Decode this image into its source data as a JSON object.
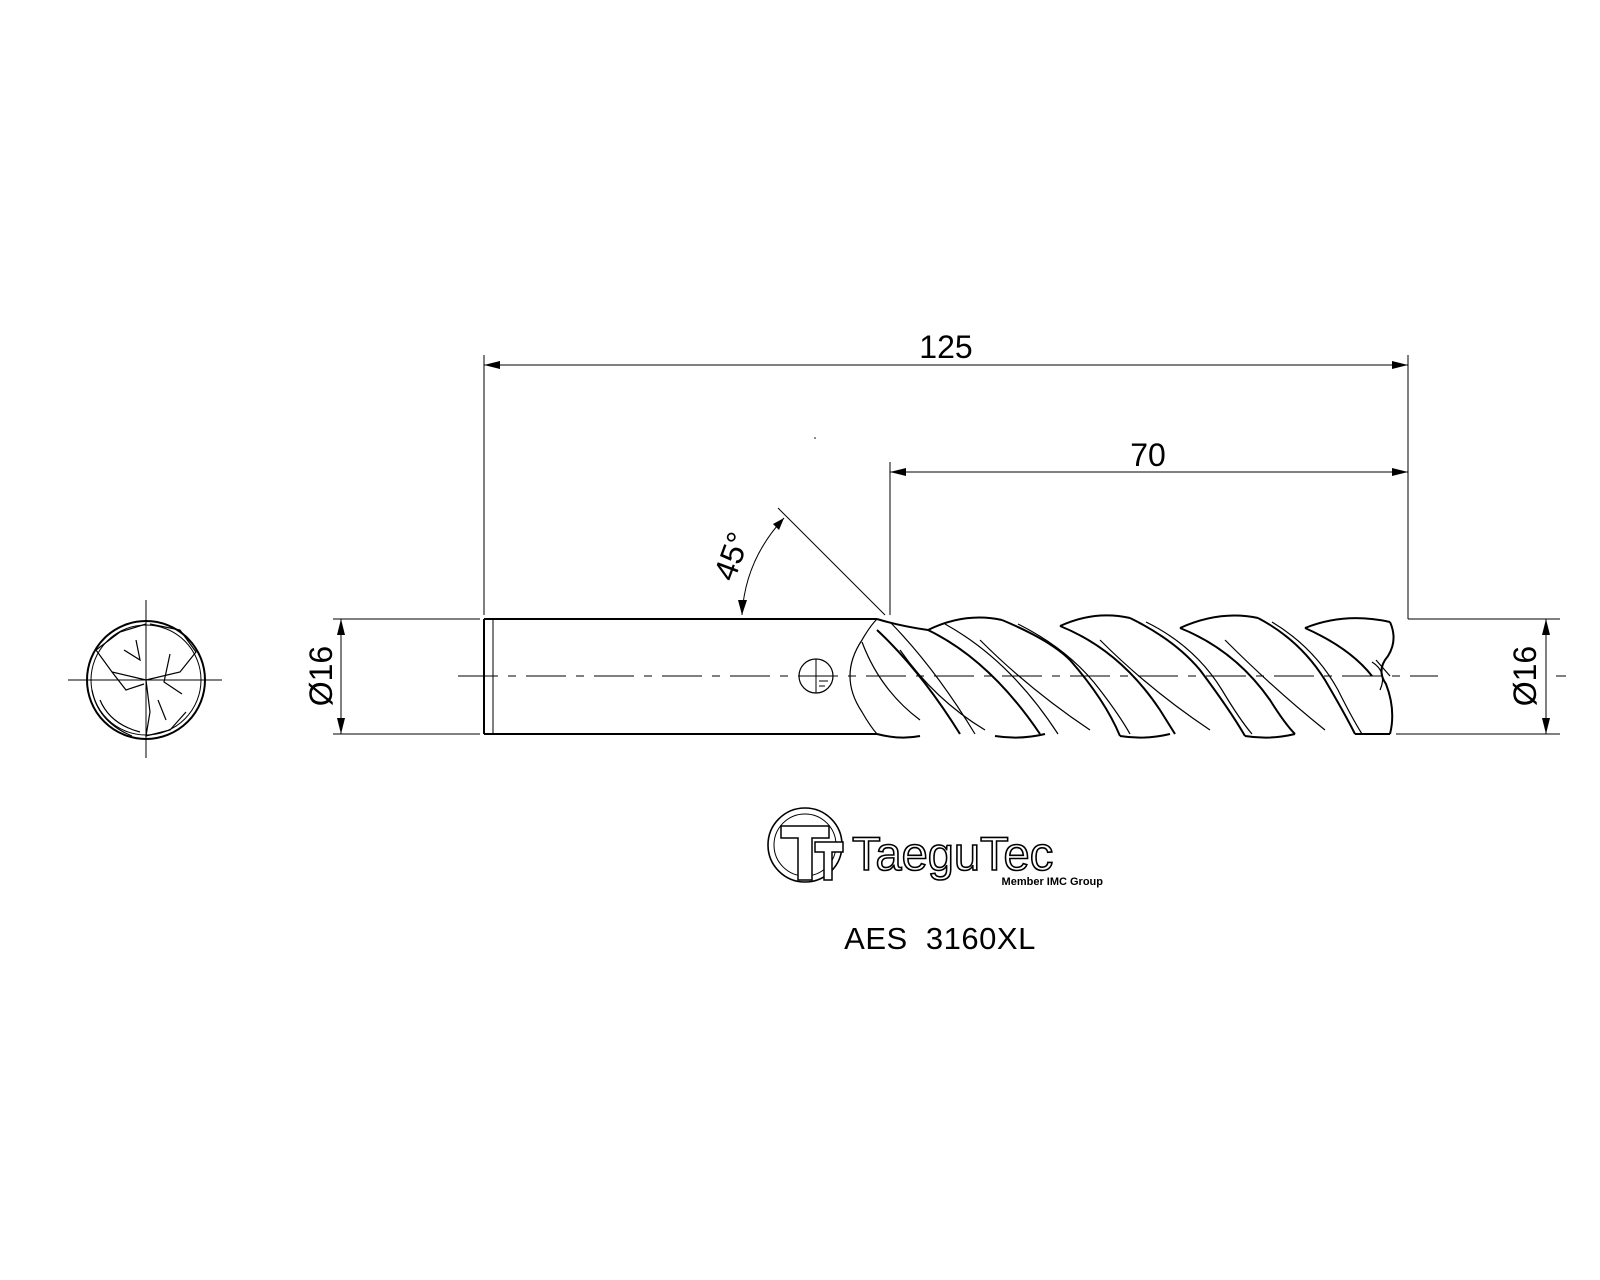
{
  "dimensions": {
    "overall_length": "125",
    "flute_length": "70",
    "chamfer_angle": "45°",
    "shank_diameter": "Ø16",
    "cutting_diameter": "Ø16"
  },
  "logo": {
    "brand": "TaeguTec",
    "tagline": "Member IMC Group"
  },
  "product_code": "AES  3160XL",
  "colors": {
    "line": "#000000",
    "background": "#ffffff"
  }
}
